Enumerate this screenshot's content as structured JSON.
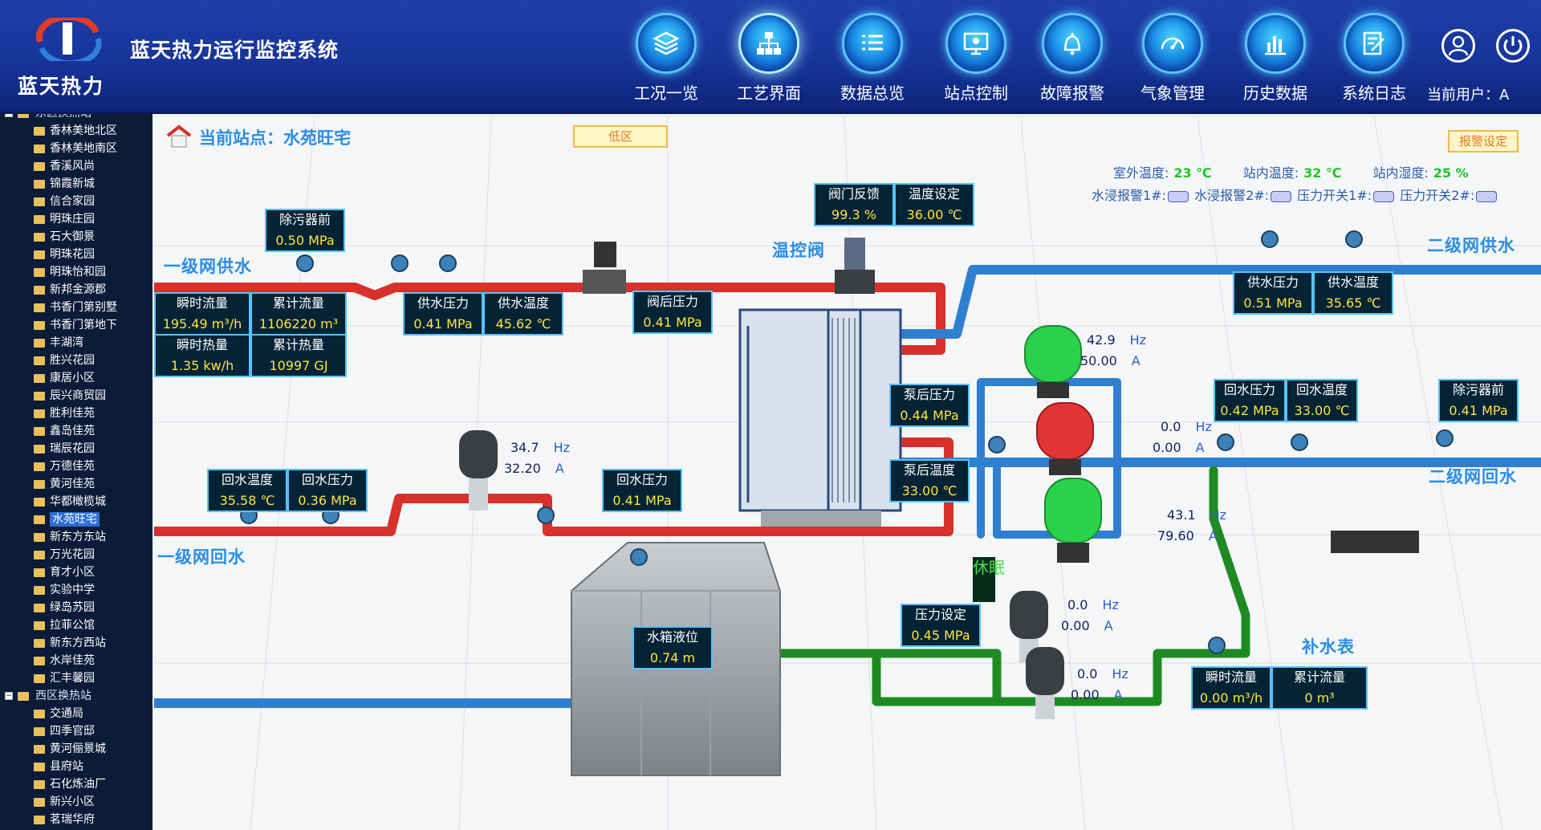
{
  "app": {
    "brand": "蓝天热力",
    "title": "蓝天热力运行监控系统"
  },
  "nav": [
    "工况一览",
    "工艺界面",
    "数据总览",
    "站点控制",
    "故障报警",
    "气象管理",
    "历史数据",
    "系统日志"
  ],
  "user_label": "当前用户：A",
  "sidebar": {
    "group_east": "东区换热站",
    "east_items": [
      "香林美地北区",
      "香林美地南区",
      "香溪风尚",
      "锦霞新城",
      "信合家园",
      "明珠庄园",
      "石大御景",
      "明珠花园",
      "明珠怡和园",
      "新邦金源郡",
      "书香门第别墅",
      "书香门第地下",
      "丰湖湾",
      "胜兴花园",
      "康居小区",
      "辰兴商贸园",
      "胜利佳苑",
      "鑫岛佳苑",
      "瑞辰花园",
      "万德佳苑",
      "黄河佳苑",
      "华都橄榄城",
      "水苑旺宅",
      "新东方东站",
      "万光花园",
      "育才小区",
      "实验中学",
      "绿岛苏园",
      "拉菲公馆",
      "新东方西站",
      "水岸佳苑",
      "汇丰馨园"
    ],
    "group_west": "西区换热站",
    "west_items": [
      "交通局",
      "四季官邸",
      "黄河俪景城",
      "县府站",
      "石化炼油厂",
      "新兴小区",
      "茗瑞华府"
    ],
    "selected": "水苑旺宅"
  },
  "station": {
    "label": "当前站点：水苑旺宅",
    "zone_btn": "低区",
    "alarm_btn": "报警设定"
  },
  "env": {
    "outdoor_label": "室外温度:",
    "outdoor": "23 ℃",
    "indoor_label": "站内温度:",
    "indoor": "32 ℃",
    "humid_label": "站内湿度:",
    "humid": "25 %"
  },
  "alarms": [
    "水浸报警1#:",
    "水浸报警2#:",
    "压力开关1#:",
    "压力开关2#:"
  ],
  "labels": {
    "primary_supply": "一级网供水",
    "primary_return": "一级网回水",
    "secondary_supply": "二级网供水",
    "secondary_return": "二级网回水",
    "valve": "温控阀",
    "makeup": "补水表",
    "sleep": "休眠"
  },
  "boxes": {
    "filter_front": {
      "h": "除污器前",
      "v": "0.50  MPa"
    },
    "inst_flow": {
      "h": "瞬时流量",
      "v": "195.49 m³/h"
    },
    "cum_flow": {
      "h": "累计流量",
      "v": "1106220     m³"
    },
    "inst_heat": {
      "h": "瞬时热量",
      "v": "1.35  kw/h"
    },
    "cum_heat": {
      "h": "累计热量",
      "v": "10997         GJ"
    },
    "supply_p": {
      "h": "供水压力",
      "v": "0.41  MPa"
    },
    "supply_t": {
      "h": "供水温度",
      "v": "45.62    ℃"
    },
    "after_valve": {
      "h": "阀后压力",
      "v": "0.41  MPa"
    },
    "valve_fb": {
      "h": "阀门反馈",
      "v": "99.3     %"
    },
    "temp_set": {
      "h": "温度设定",
      "v": "36.00    ℃"
    },
    "sec_supply_p": {
      "h": "供水压力",
      "v": "0.51  MPa"
    },
    "sec_supply_t": {
      "h": "供水温度",
      "v": "35.65    ℃"
    },
    "pump_after_p": {
      "h": "泵后压力",
      "v": "0.44  MPa"
    },
    "pump_after_t": {
      "h": "泵后温度",
      "v": "33.00    ℃"
    },
    "ret_p": {
      "h": "回水压力",
      "v": "0.42  MPa"
    },
    "ret_t": {
      "h": "回水温度",
      "v": "33.00    ℃"
    },
    "filter_front2": {
      "h": "除污器前",
      "v": "0.41  MPa"
    },
    "pri_ret_t": {
      "h": "回水温度",
      "v": "35.58    ℃"
    },
    "pri_ret_p": {
      "h": "回水压力",
      "v": "0.36  MPa"
    },
    "ret_p2": {
      "h": "回水压力",
      "v": "0.41  MPa"
    },
    "tank_level": {
      "h": "水箱液位",
      "v": "0.74     m"
    },
    "press_set": {
      "h": "压力设定",
      "v": "0.45  MPa"
    },
    "mk_flow": {
      "h": "瞬时流量",
      "v": "0.00  m³/h"
    },
    "mk_cum": {
      "h": "累计流量",
      "v": "0                   m³"
    }
  },
  "readings": {
    "p1_hz": "42.9",
    "p1_a": "50.00",
    "p2_hz": "0.0",
    "p2_a": "0.00",
    "p3_hz": "43.1",
    "p3_a": "79.60",
    "prim_hz": "34.7",
    "prim_a": "32.20",
    "mk1_hz": "0.0",
    "mk1_a": "0.00",
    "mk2_hz": "0.0",
    "mk2_a": "0.00",
    "unit_hz": "Hz",
    "unit_a": "A"
  },
  "colors": {
    "supply": "#d8302a",
    "secondary": "#2f7fd0",
    "makeup": "#1f8a22",
    "box_border": "#56c3ff",
    "value": "#ffe43c"
  }
}
